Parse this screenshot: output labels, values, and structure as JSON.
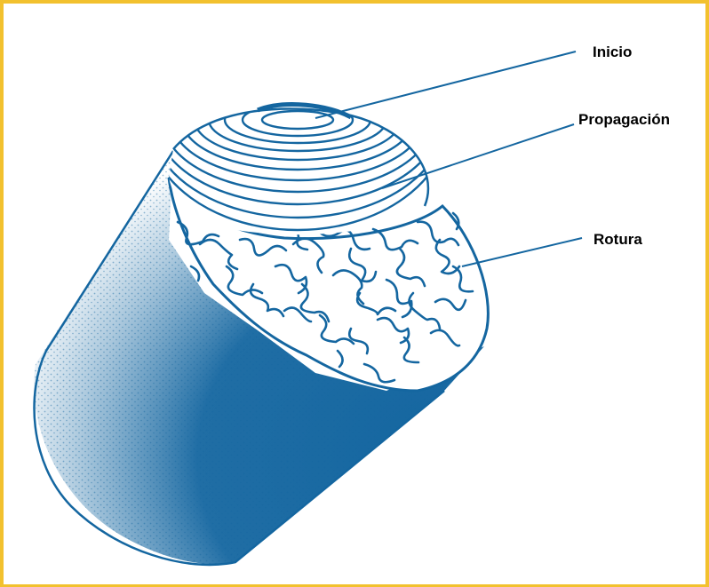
{
  "labels": {
    "start": "Inicio",
    "propagation": "Propagación",
    "rupture": "Rotura"
  },
  "colors": {
    "frame": "#f2c12e",
    "ink": "#1466a0",
    "background": "#ffffff",
    "text": "#000000"
  }
}
